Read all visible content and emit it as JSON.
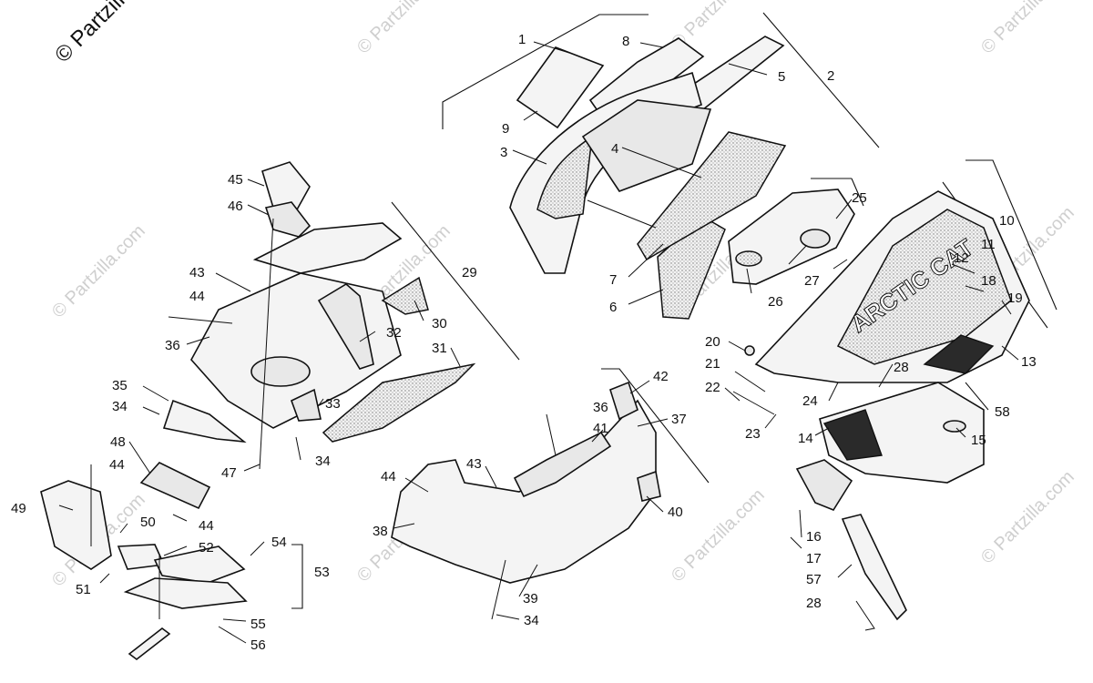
{
  "copyright": "© Partzilla.com",
  "watermark": "© Partzilla.com",
  "brand_decal_text": "ARCTIC CAT",
  "callouts": {
    "c1": "1",
    "c2": "2",
    "c3": "3",
    "c4": "4",
    "c5": "5",
    "c6": "6",
    "c7": "7",
    "c8": "8",
    "c9": "9",
    "c10": "10",
    "c11": "11",
    "c12": "12",
    "c13": "13",
    "c14": "14",
    "c15": "15",
    "c16": "16",
    "c17": "17",
    "c18": "18",
    "c19": "19",
    "c20": "20",
    "c21": "21",
    "c22": "22",
    "c23": "23",
    "c24": "24",
    "c25": "25",
    "c26": "26",
    "c27": "27",
    "c28a": "28",
    "c28b": "28",
    "c29": "29",
    "c30": "30",
    "c31": "31",
    "c32": "32",
    "c33": "33",
    "c34a": "34",
    "c34b": "34",
    "c34c": "34",
    "c35": "35",
    "c36a": "36",
    "c36b": "36",
    "c37": "37",
    "c38": "38",
    "c39": "39",
    "c40": "40",
    "c41": "41",
    "c42": "42",
    "c43a": "43",
    "c43b": "43",
    "c44a": "44",
    "c44b": "44",
    "c44c": "44",
    "c44d": "44",
    "c45": "45",
    "c46": "46",
    "c47": "47",
    "c48": "48",
    "c49": "49",
    "c50": "50",
    "c51": "51",
    "c52": "52",
    "c53": "53",
    "c54": "54",
    "c55": "55",
    "c56": "56",
    "c57": "57",
    "c58": "58"
  }
}
